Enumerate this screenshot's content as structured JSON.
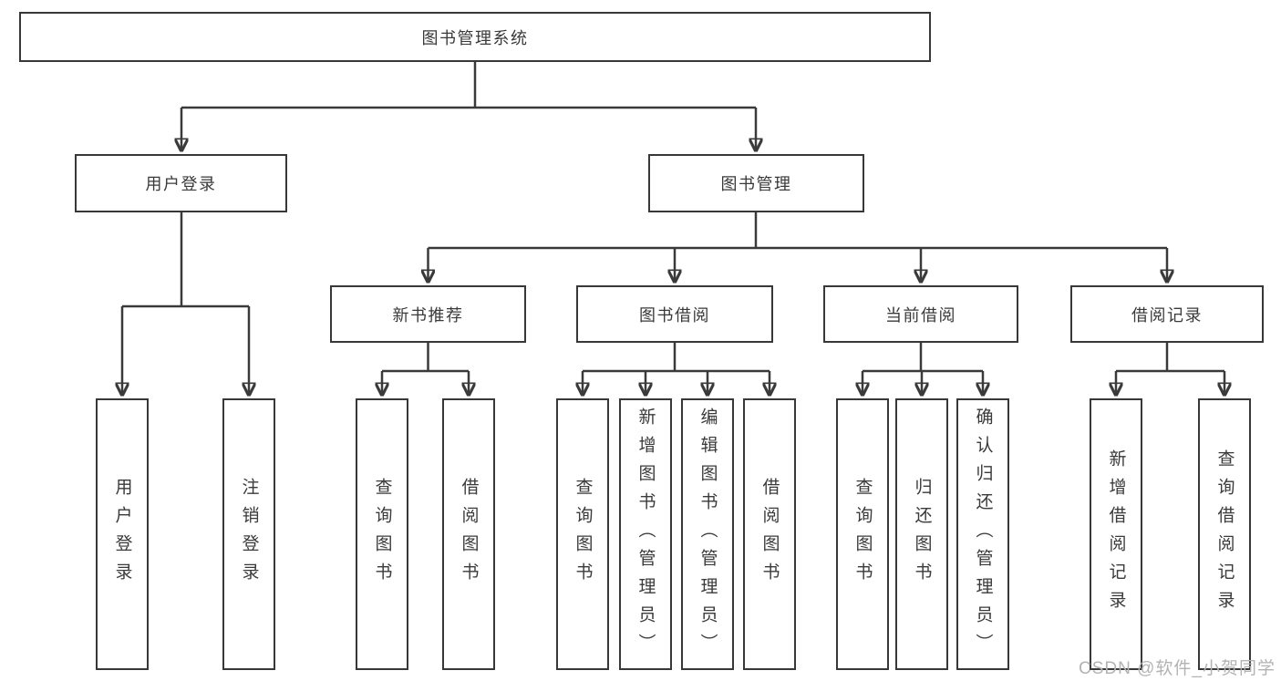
{
  "diagram": {
    "type": "hierarchy-tree",
    "colors": {
      "line": "#3a3a3a",
      "box_border": "#383838",
      "text": "#3a3a3a",
      "background": "#ffffff",
      "watermark": "#b3b3b3"
    }
  },
  "tree": {
    "root": {
      "label": "图书管理系统"
    },
    "children": [
      {
        "label": "用户登录",
        "children": [
          {
            "label": "用户登录"
          },
          {
            "label": "注销登录"
          }
        ]
      },
      {
        "label": "图书管理",
        "children": [
          {
            "label": "新书推荐",
            "children": [
              {
                "label": "查询图书"
              },
              {
                "label": "借阅图书"
              }
            ]
          },
          {
            "label": "图书借阅",
            "children": [
              {
                "label": "查询图书"
              },
              {
                "label": "新增图书（管理员）"
              },
              {
                "label": "编辑图书（管理员）"
              },
              {
                "label": "借阅图书"
              }
            ]
          },
          {
            "label": "当前借阅",
            "children": [
              {
                "label": "查询图书"
              },
              {
                "label": "归还图书"
              },
              {
                "label": "确认归还（管理员）"
              }
            ]
          },
          {
            "label": "借阅记录",
            "children": [
              {
                "label": "新增借阅记录"
              },
              {
                "label": "查询借阅记录"
              }
            ]
          }
        ]
      }
    ]
  },
  "watermark": {
    "text": "CSDN @软件_小贺同学"
  }
}
